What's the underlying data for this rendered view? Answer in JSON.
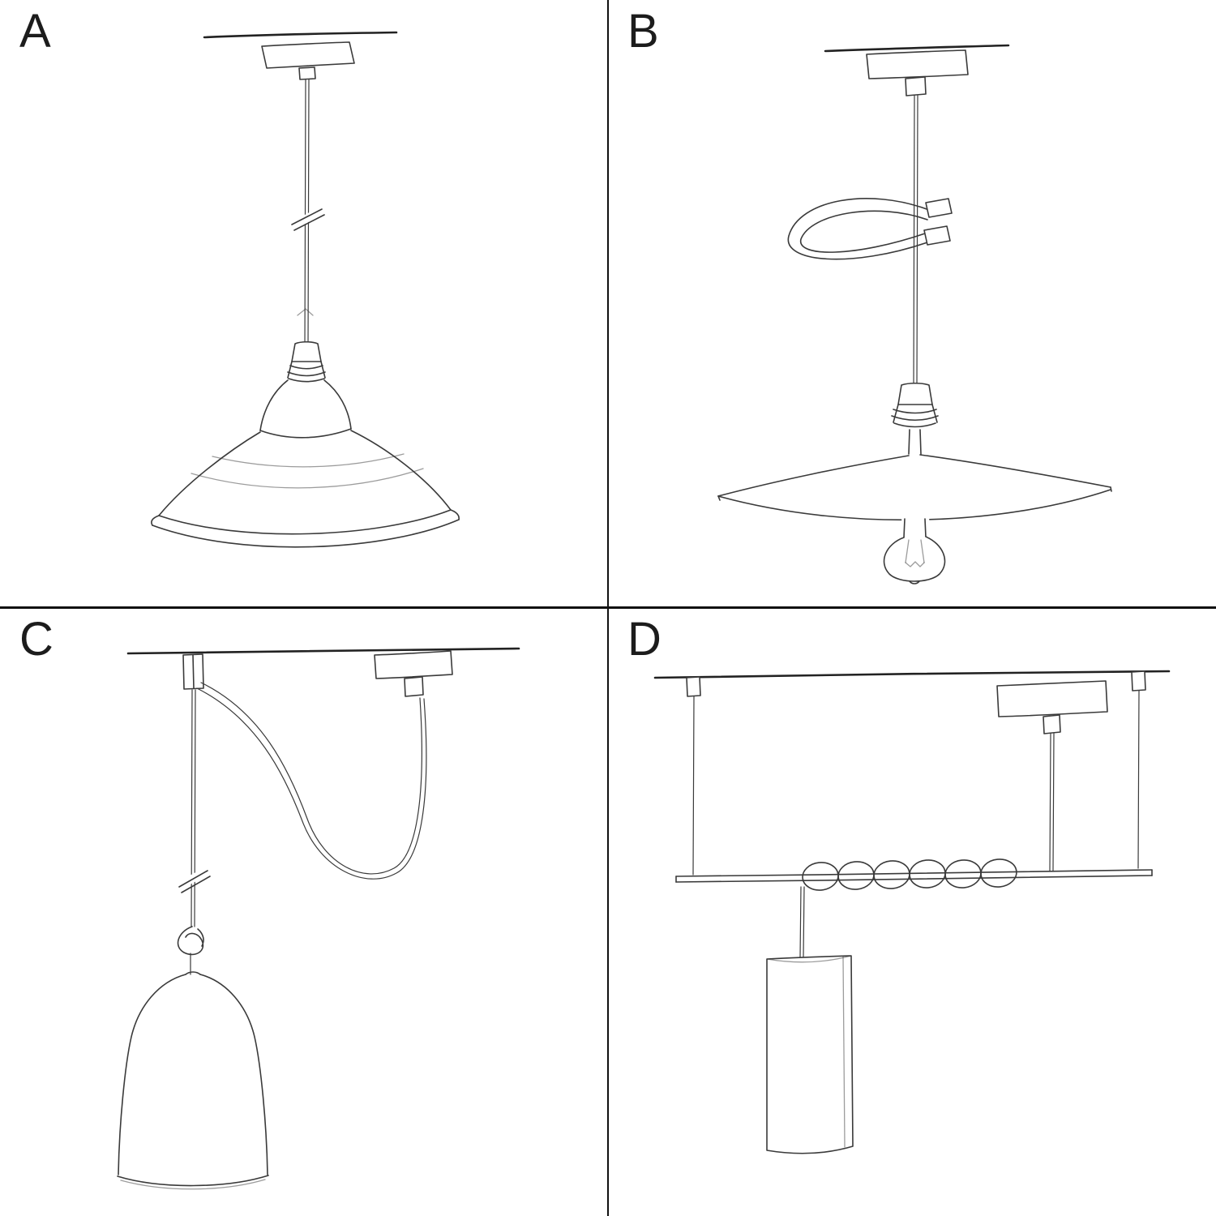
{
  "theme": {
    "background": "#ffffff",
    "ink": "#3a3a3a",
    "divider": "#111111"
  },
  "panels": [
    {
      "label": "A",
      "sketch": "pendant-ceiling-rose-industrial-bowl-shade"
    },
    {
      "label": "B",
      "sketch": "pendant-cable-clip-loop-flat-plate-shade-edison-bulb"
    },
    {
      "label": "C",
      "sketch": "swag-pendant-hook-knotted-cable-bell-shade"
    },
    {
      "label": "D",
      "sketch": "pendant-suspension-bar-coiled-cable-tube-shade"
    }
  ]
}
